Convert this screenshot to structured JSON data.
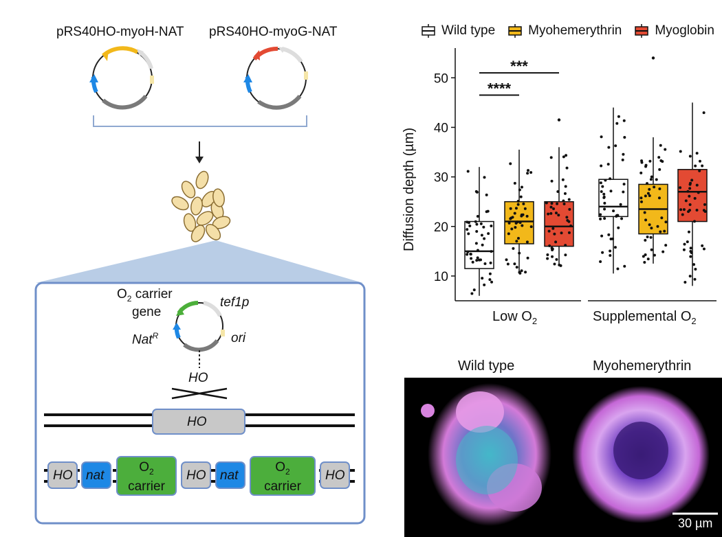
{
  "figure": {
    "left_panel": {
      "plasmid_labels": [
        "pRS40HO-myoH-NAT",
        "pRS40HO-myoG-NAT"
      ],
      "insert_plasmid": {
        "o2_carrier_line1": "O",
        "o2_carrier_sub": "2",
        "o2_carrier_line1_suffix": " carrier",
        "o2_carrier_line2": "gene",
        "tef1p": "tef1p",
        "natR_base": "Nat",
        "natR_sup": "R",
        "ori": "ori",
        "ho_above_cross": "HO"
      },
      "chromosome_ho": "HO",
      "integrated_locus": [
        {
          "type": "ho",
          "label": "HO"
        },
        {
          "type": "nat",
          "label": "nat"
        },
        {
          "type": "o2",
          "line1": "O",
          "sub": "2",
          "line2": "carrier"
        },
        {
          "type": "ho",
          "label": "HO"
        },
        {
          "type": "nat",
          "label": "nat"
        },
        {
          "type": "o2",
          "line1": "O",
          "sub": "2",
          "line2": "carrier"
        },
        {
          "type": "ho",
          "label": "HO"
        }
      ],
      "colors": {
        "yellow_gene": "#f2b81a",
        "red_gene": "#e34a33",
        "blue_marker": "#1e88e5",
        "green_gene": "#4caf3a",
        "grey_backbone": "#7a7a7a",
        "light_grey": "#d9d9d9",
        "ori_color": "#f5e6a8",
        "panel_border": "#6f8fc9",
        "panel_fill_wedge": "#b9cde6",
        "yeast_fill": "#f4dfa8",
        "yeast_edge": "#8a6d32",
        "o2_box": "#4cae3c",
        "nat_box": "#1e88e5",
        "ho_box": "#c8c8c8"
      }
    },
    "chart_data": {
      "type": "box",
      "ylabel_main": "Diffusion depth (",
      "ylabel_unit": "µm",
      "ylabel_end": ")",
      "ylim": [
        5,
        56
      ],
      "yticks": [
        10,
        20,
        30,
        40,
        50
      ],
      "groups": [
        {
          "label_main": "Low O",
          "label_sub": "2",
          "label_end": ""
        },
        {
          "label_main": "Supplemental O",
          "label_sub": "2",
          "label_end": ""
        }
      ],
      "legend": [
        {
          "name": "Wild type",
          "color": "#ffffff"
        },
        {
          "name": "Myohemerythrin",
          "color": "#f2b81a"
        },
        {
          "name": "Myoglobin",
          "color": "#e34a33"
        }
      ],
      "boxes": [
        {
          "group": 0,
          "series": "Wild type",
          "whisker_low": 6,
          "q1": 11.5,
          "median": 15,
          "q3": 21,
          "whisker_high": 32
        },
        {
          "group": 0,
          "series": "Myohemerythrin",
          "whisker_low": 10.5,
          "q1": 16.5,
          "median": 21,
          "q3": 25,
          "whisker_high": 35.5
        },
        {
          "group": 0,
          "series": "Myoglobin",
          "whisker_low": 12,
          "q1": 16,
          "median": 20,
          "q3": 25,
          "whisker_high": 36
        },
        {
          "group": 1,
          "series": "Wild type",
          "whisker_low": 10.5,
          "q1": 22,
          "median": 24,
          "q3": 29.5,
          "whisker_high": 44
        },
        {
          "group": 1,
          "series": "Myohemerythrin",
          "whisker_low": 12.5,
          "q1": 18.5,
          "median": 23.5,
          "q3": 28.5,
          "whisker_high": 38
        },
        {
          "group": 1,
          "series": "Myoglobin",
          "whisker_low": 8,
          "q1": 21,
          "median": 27,
          "q3": 31.5,
          "whisker_high": 45
        }
      ],
      "outliers": [
        {
          "box": 2,
          "value": 41.5
        },
        {
          "box": 4,
          "value": 54
        }
      ],
      "significance": [
        {
          "from": 0,
          "to": 1,
          "label": "****",
          "y": 46.5
        },
        {
          "from": 0,
          "to": 2,
          "label": "***",
          "y": 51
        }
      ]
    },
    "microscopy": {
      "titles": [
        "Wild type",
        "Myohemerythrin"
      ],
      "scale_bar": "30 µm"
    }
  }
}
